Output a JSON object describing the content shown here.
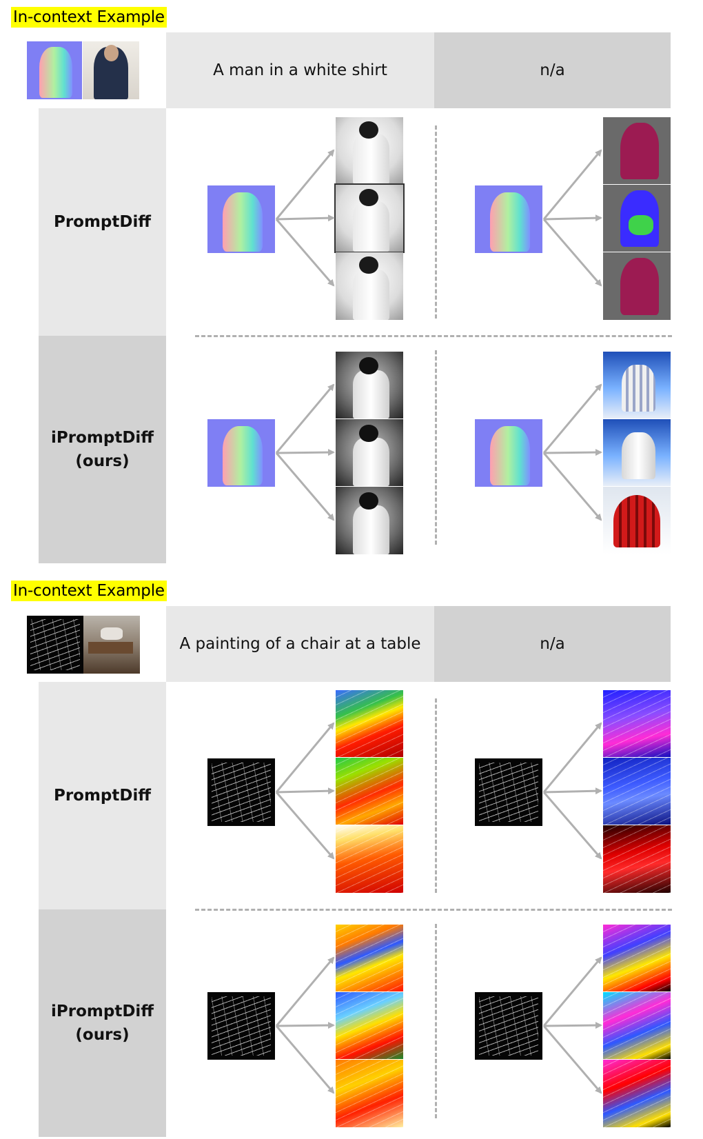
{
  "sections": [
    {
      "example_label": "In-context Example",
      "prompt_header": "A man in a white shirt",
      "na_header": "n/a",
      "rows": [
        {
          "method_line1": "PromptDiff",
          "method_line2": ""
        },
        {
          "method_line1": "iPromptDiff",
          "method_line2": "(ours)"
        }
      ]
    },
    {
      "example_label": "In-context Example",
      "prompt_header": "A painting of a chair at a table",
      "na_header": "n/a",
      "rows": [
        {
          "method_line1": "PromptDiff",
          "method_line2": ""
        },
        {
          "method_line1": "iPromptDiff",
          "method_line2": "(ours)"
        }
      ]
    }
  ],
  "colors": {
    "highlight": "#ffff00",
    "header_light": "#e8e8e8",
    "header_dark": "#d2d2d2",
    "arrow": "#b0b0b0",
    "dash": "#b0b0b0"
  }
}
